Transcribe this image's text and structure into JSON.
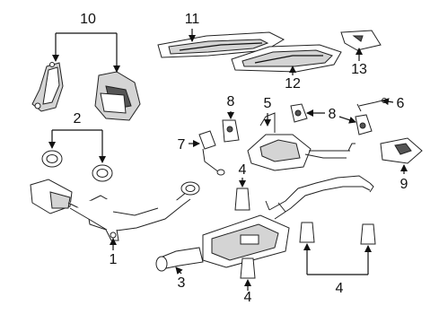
{
  "callouts": {
    "c1": "1",
    "c2": "2",
    "c3": "3",
    "c4_a": "4",
    "c4_b": "4",
    "c4_c": "4",
    "c5": "5",
    "c6": "6",
    "c7": "7",
    "c8_a": "8",
    "c8_b": "8",
    "c9": "9",
    "c10": "10",
    "c11": "11",
    "c12": "12",
    "c13": "13"
  }
}
